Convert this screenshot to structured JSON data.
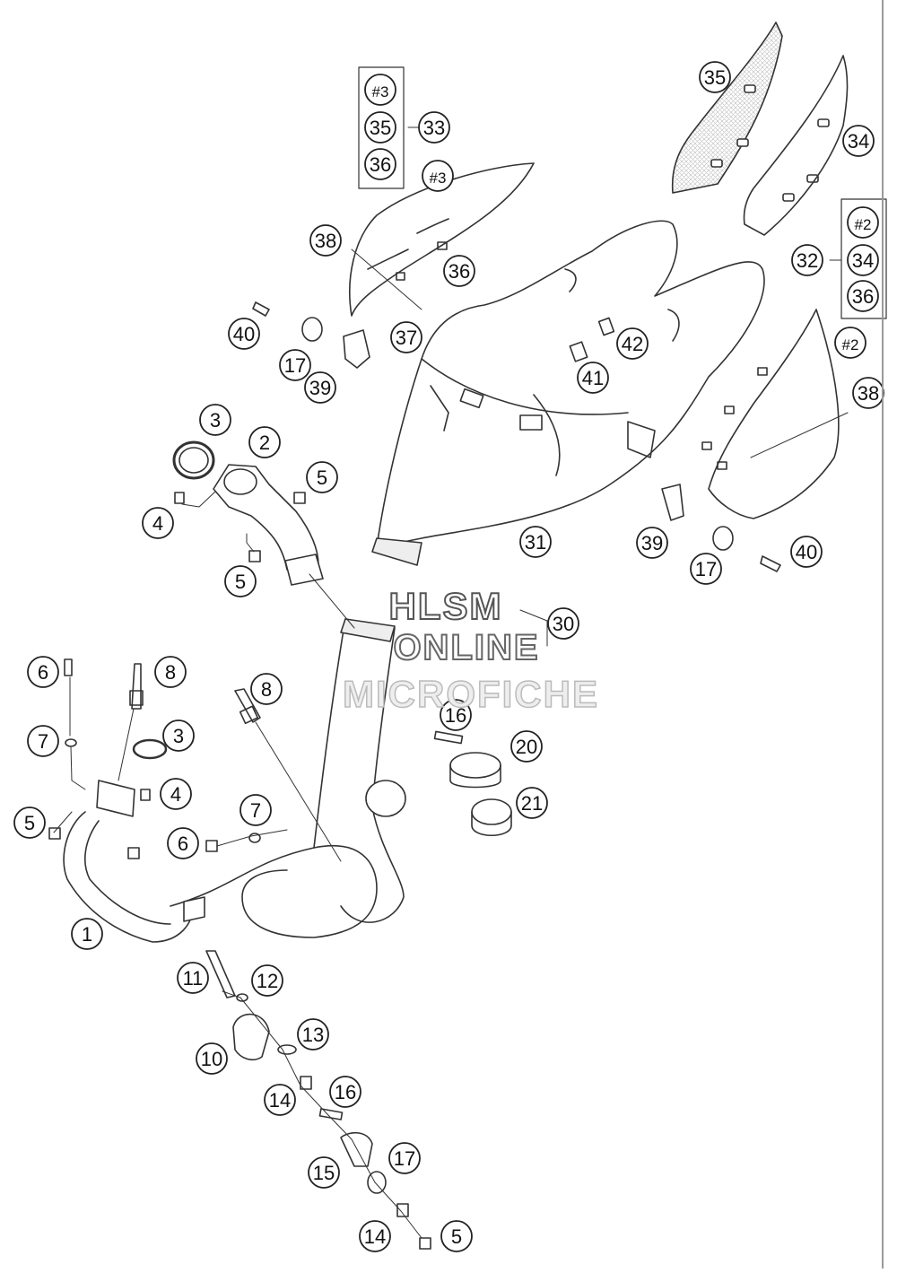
{
  "watermark": {
    "line1": "HLSM",
    "line2": "ONLINE",
    "line3": "MICROFICHE"
  },
  "group_box_a": {
    "items": [
      "#3",
      "35",
      "36"
    ],
    "result": "33"
  },
  "group_box_b": {
    "items": [
      "#2",
      "34",
      "36"
    ],
    "result": "32"
  },
  "callouts": {
    "c35a": "35",
    "c34a": "34",
    "c3a": "#3",
    "c2a": "#2",
    "c38a": "38",
    "c36a": "36",
    "c38b": "38",
    "c40a": "40",
    "c17a": "17",
    "c39a": "39",
    "c37": "37",
    "c42": "42",
    "c41": "41",
    "c3": "3",
    "c2": "2",
    "c5a": "5",
    "c4a": "4",
    "c5b": "5",
    "c31": "31",
    "c39b": "39",
    "c17b": "17",
    "c40b": "40",
    "c30": "30",
    "c6a": "6",
    "c8a": "8",
    "c8b": "8",
    "c16a": "16",
    "c7a": "7",
    "c3b": "3",
    "c20": "20",
    "c4b": "4",
    "c5c": "5",
    "c21": "21",
    "c7b": "7",
    "c6b": "6",
    "c1": "1",
    "c11": "11",
    "c12": "12",
    "c13": "13",
    "c10": "10",
    "c14a": "14",
    "c16b": "16",
    "c17c": "17",
    "c15": "15",
    "c14b": "14",
    "c5d": "5"
  }
}
